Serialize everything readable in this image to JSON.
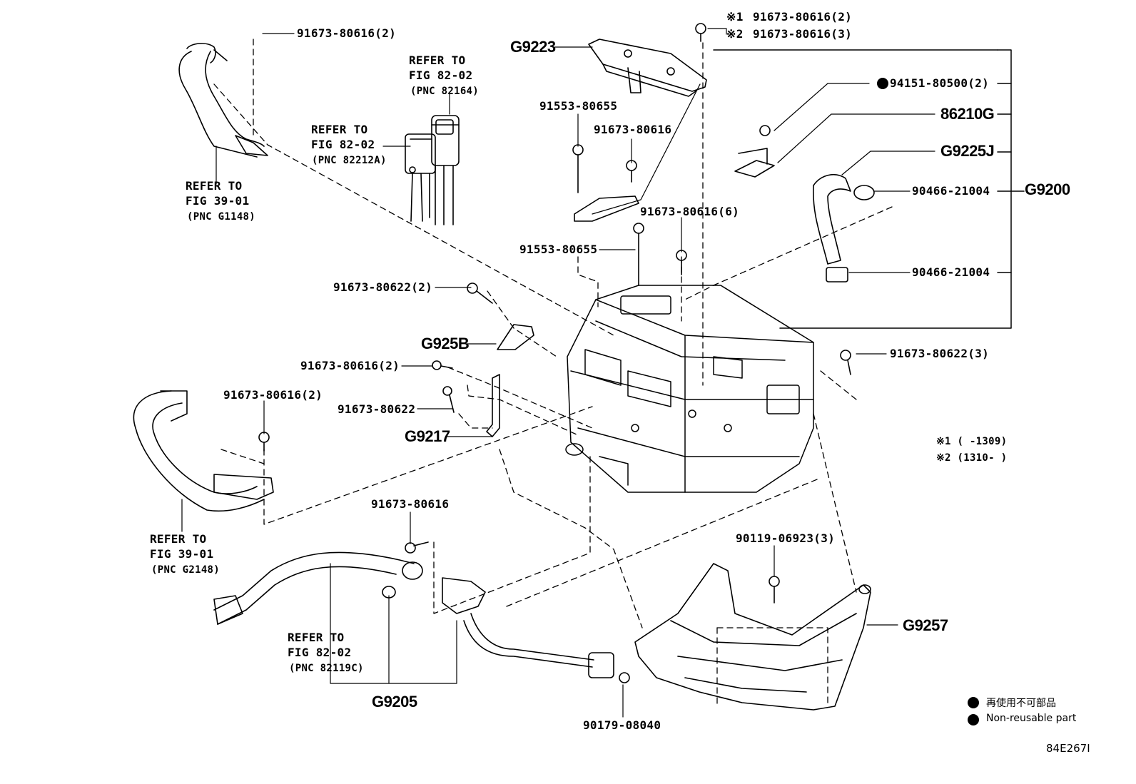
{
  "labels": {
    "p_91673_80616_2_top": "91673-80616(2)",
    "refer_fig8202_pnc82164_l1": "REFER TO",
    "refer_fig8202_pnc82164_l2": "FIG 82-02",
    "refer_fig8202_pnc82164_l3": "(PNC 82164)",
    "refer_fig8202_pnc82212a_l1": "REFER TO",
    "refer_fig8202_pnc82212a_l2": "FIG 82-02",
    "refer_fig8202_pnc82212a_l3": "(PNC 82212A)",
    "refer_fig3901_pncg1148_l1": "REFER TO",
    "refer_fig3901_pncg1148_l2": "FIG 39-01",
    "refer_fig3901_pncg1148_l3": "(PNC G1148)",
    "g9223": "G9223",
    "mark1": "※1",
    "mark2": "※2",
    "p_91673_80616_2_r": "91673-80616(2)",
    "p_91673_80616_3_r": "91673-80616(3)",
    "p_94151_80500_2": "94151-80500(2)",
    "p_86210g": "86210G",
    "p_g9225j": "G9225J",
    "p_90466_21004_a": "90466-21004",
    "p_g9200": "G9200",
    "p_90466_21004_b": "90466-21004",
    "p_91553_80655_a": "91553-80655",
    "p_91673_80616_mid": "91673-80616",
    "p_91673_80616_6": "91673-80616(6)",
    "p_91553_80655_b": "91553-80655",
    "p_91673_80622_2": "91673-80622(2)",
    "p_g925b": "G925B",
    "p_91673_80616_2_mid": "91673-80616(2)",
    "p_91673_80622": "91673-80622",
    "p_g9217": "G9217",
    "p_91673_80622_3": "91673-80622(3)",
    "p_91673_80616_2_left": "91673-80616(2)",
    "refer_fig3901_pncg2148_l1": "REFER TO",
    "refer_fig3901_pncg2148_l2": "FIG 39-01",
    "refer_fig3901_pncg2148_l3": "(PNC G2148)",
    "p_91673_80616_bottom": "91673-80616",
    "p_90119_06923_3": "90119-06923(3)",
    "p_g9257": "G9257",
    "refer_fig8202_pnc82119c_l1": "REFER TO",
    "refer_fig8202_pnc82119c_l2": "FIG 82-02",
    "refer_fig8202_pnc82119c_l3": "(PNC 82119C)",
    "p_g9205": "G9205",
    "p_90179_08040": "90179-08040",
    "range1": "※1 (      -1309)",
    "range2": "※2 (1310-      )",
    "legend_jp": "再使用不可部品",
    "legend_en": "Non-reusable part",
    "figure_code": "84E267I"
  },
  "colors": {
    "line": "#000000",
    "background": "#ffffff"
  }
}
